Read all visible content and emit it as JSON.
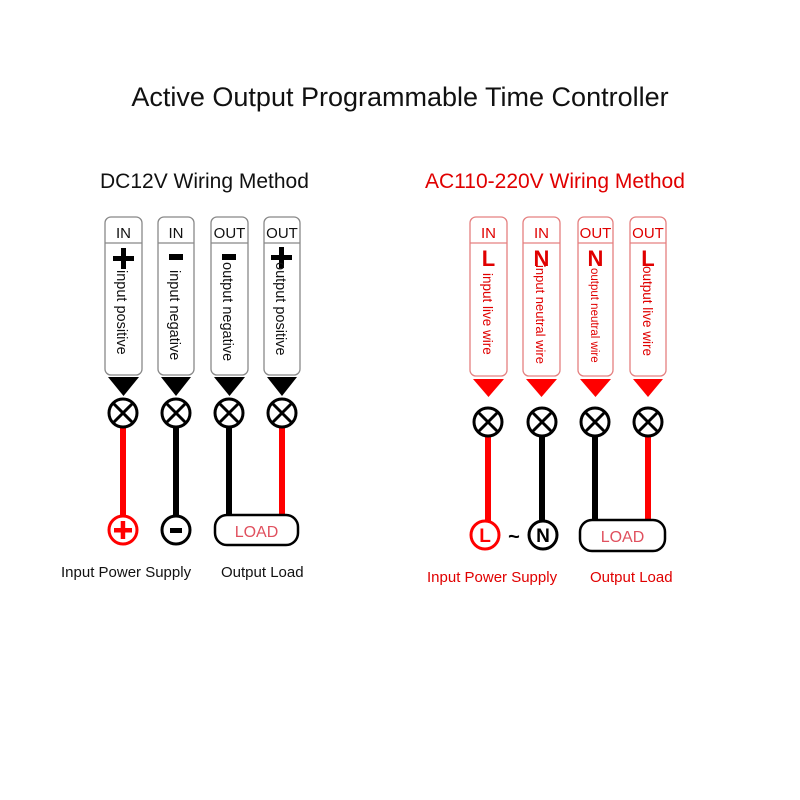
{
  "title": "Active Output Programmable Time Controller",
  "dc": {
    "heading": "DC12V Wiring Method",
    "color": "#111111",
    "wire_red": "#ff0000",
    "wire_black": "#000000",
    "terminals": [
      {
        "header": "IN",
        "symbol": "+",
        "label": "input positive"
      },
      {
        "header": "IN",
        "symbol": "−",
        "label": "input negative"
      },
      {
        "header": "OUT",
        "symbol": "−",
        "label": "output negative"
      },
      {
        "header": "OUT",
        "symbol": "+",
        "label": "output positive"
      }
    ],
    "supply_positive_symbol": "+",
    "supply_negative_symbol": "−",
    "load_label": "LOAD",
    "caption_supply": "Input Power Supply",
    "caption_load": "Output Load"
  },
  "ac": {
    "heading": "AC110-220V Wiring Method",
    "color": "#e00000",
    "terminals": [
      {
        "header": "IN",
        "symbol": "L",
        "label": "input live wire"
      },
      {
        "header": "IN",
        "symbol": "N",
        "label": "input neutral wire"
      },
      {
        "header": "OUT",
        "symbol": "N",
        "label": "output neutral wire"
      },
      {
        "header": "OUT",
        "symbol": "L",
        "label": "output live wire"
      }
    ],
    "supply_live_symbol": "L",
    "supply_tilde": "~",
    "supply_neutral_symbol": "N",
    "load_label": "LOAD",
    "caption_supply": "Input Power Supply",
    "caption_load": "Output Load"
  }
}
